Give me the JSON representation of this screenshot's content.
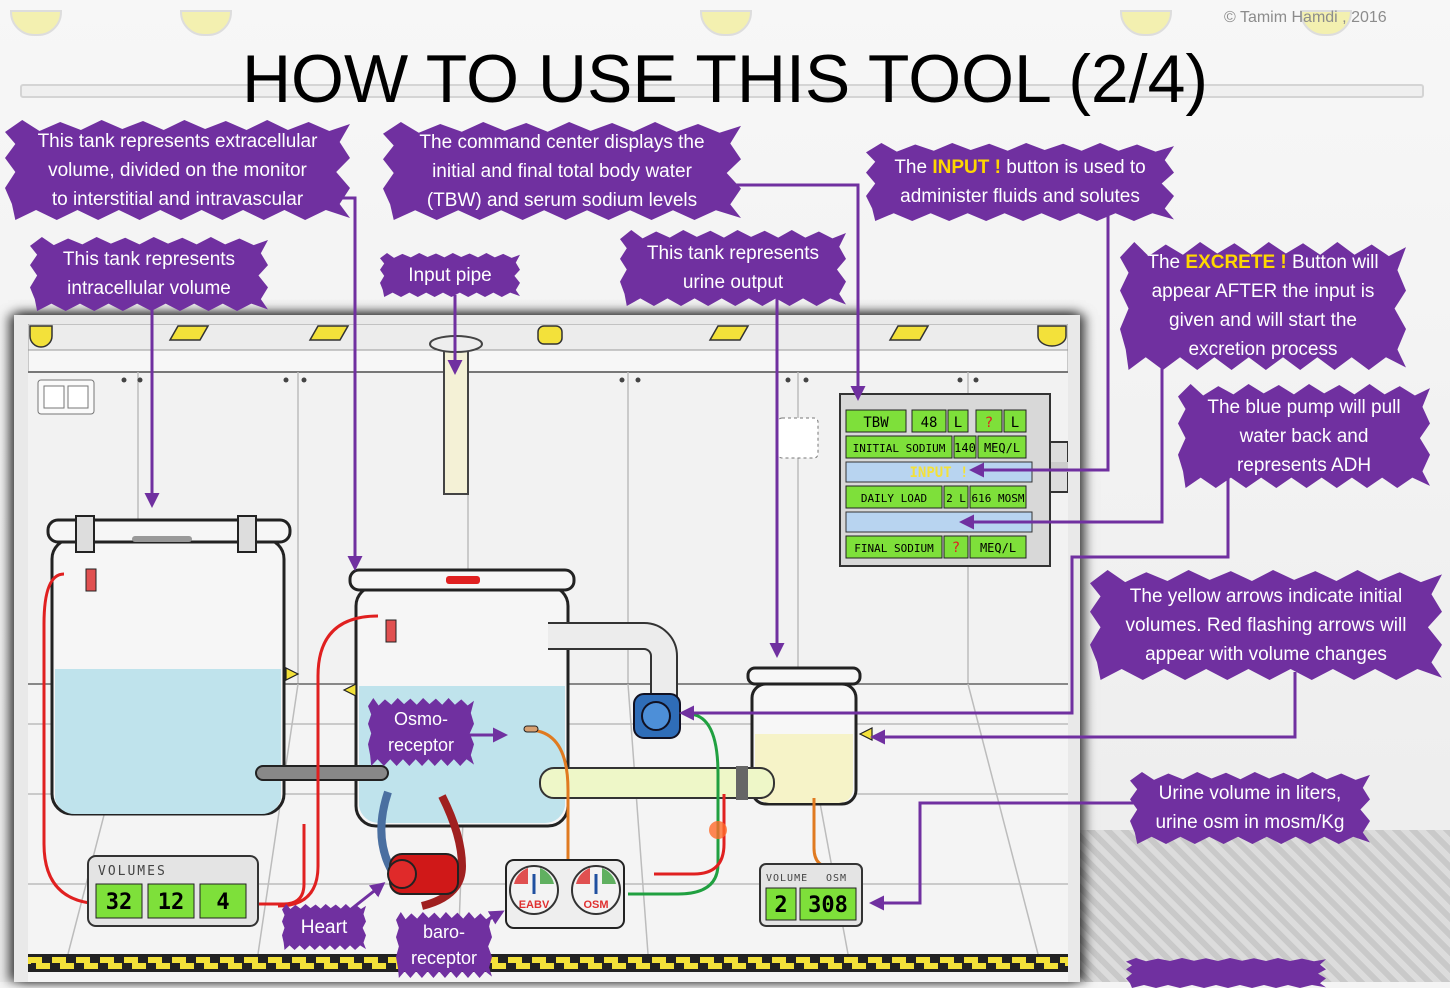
{
  "copyright": "© Tamim Hamdi , 2016",
  "title": "HOW TO USE THIS TOOL (2/4)",
  "callouts": {
    "ecv": [
      "This tank represents extracellular",
      "volume, divided on the monitor",
      "to interstitial and intravascular"
    ],
    "command": [
      "The command center displays the",
      "initial and final total body water",
      "(TBW) and serum sodium levels"
    ],
    "input_pre": "The ",
    "input_hl": "INPUT !",
    "input_post": " button is used to",
    "input_line2": "administer fluids and solutes",
    "icv": [
      "This tank represents",
      "intracellular volume"
    ],
    "pipe": "Input pipe",
    "urine_tank": [
      "This tank represents",
      "urine output"
    ],
    "excrete_pre": "The ",
    "excrete_hl": "EXCRETE !",
    "excrete_post": " Button will",
    "excrete_lines": [
      "appear AFTER the input is",
      "given and will start the",
      "excretion process"
    ],
    "pump": [
      "The blue pump will pull",
      "water back and",
      "represents ADH"
    ],
    "yellow": [
      "The yellow arrows indicate initial",
      "volumes. Red flashing arrows will",
      "appear with volume changes"
    ],
    "osmo": [
      "Osmo-",
      "receptor"
    ],
    "urine_vol": [
      "Urine volume in liters,",
      "urine osm in mosm/Kg"
    ],
    "heart": "Heart",
    "baro": [
      "baro-",
      "receptor"
    ]
  },
  "command_center": {
    "tbw_label": "TBW",
    "tbw_value": "48",
    "tbw_unit": "L",
    "tbw_final": "?",
    "tbw_final_unit": "L",
    "initial_sodium_label": "INITIAL SODIUM",
    "initial_sodium_value": "140",
    "initial_sodium_unit": "MEQ/L",
    "input_button": "INPUT !",
    "daily_load_label": "DAILY LOAD",
    "daily_load_volume": "2 L",
    "daily_load_osm": "616 MOSM",
    "final_sodium_label": "FINAL SODIUM",
    "final_sodium_value": "?",
    "final_sodium_unit": "MEQ/L"
  },
  "volumes_monitor": {
    "label": "VOLUMES",
    "values": [
      "32",
      "12",
      "4"
    ]
  },
  "urine_monitor": {
    "volume_label": "VOLUME",
    "osm_label": "OSM",
    "volume_value": "2",
    "osm_value": "308"
  },
  "gauges": {
    "eabv_label": "EABV",
    "osm_label": "OSM"
  },
  "colors": {
    "callout_purple": "#7030a0",
    "highlight_yellow": "#ffd700",
    "lcd_green": "#7ee03a",
    "water_blue": "#bfe3ec",
    "urine_yellow": "#f6f3c8"
  }
}
